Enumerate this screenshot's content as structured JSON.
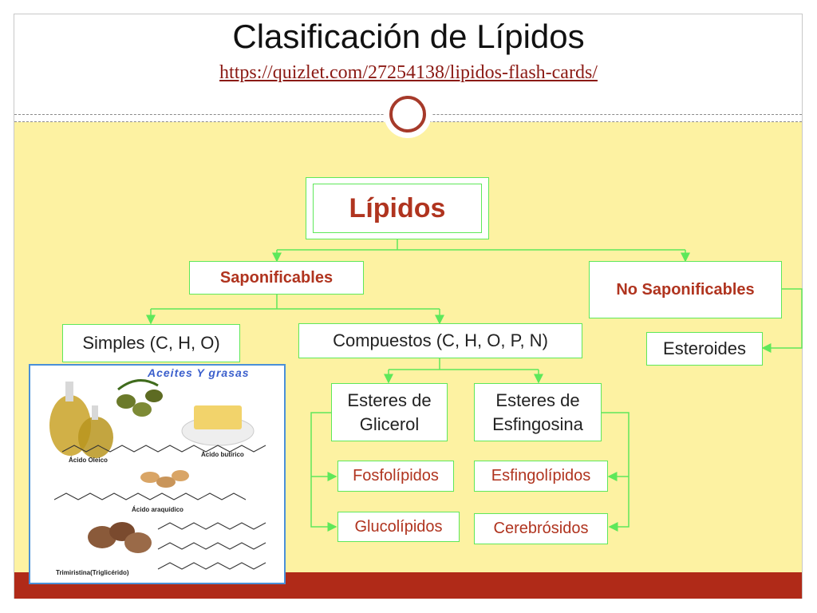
{
  "slide": {
    "title": "Clasificación de Lípidos",
    "link": "https://quizlet.com/27254138/lipidos-flash-cards/"
  },
  "diagram": {
    "root": "Lípidos",
    "saponificables": "Saponificables",
    "no_saponificables": "No Saponificables",
    "simples": "Simples (C, H, O)",
    "compuestos": "Compuestos (C, H, O, P, N)",
    "esteroides": "Esteroides",
    "esteres_glicerol": "Esteres de Glicerol",
    "esteres_esfingosina": "Esteres de Esfingosina",
    "fosfolipidos": "Fosfolípidos",
    "glucolipidos": "Glucolípidos",
    "esfingolipidos": "Esfingolípidos",
    "cerebrosidos": "Cerebrósidos"
  },
  "photo": {
    "title": "Aceites Y grasas",
    "captions": {
      "oleico": "Ácido Oleico",
      "butirico": "Ácido butírico",
      "araquidico": "Ácido araquídico",
      "trimiristina": "Trimiristina(Triglicérido)"
    }
  },
  "colors": {
    "accent_red": "#b0341f",
    "box_border": "#5ee85a",
    "content_bg": "#fdf2a2",
    "footer": "#b02a18"
  }
}
